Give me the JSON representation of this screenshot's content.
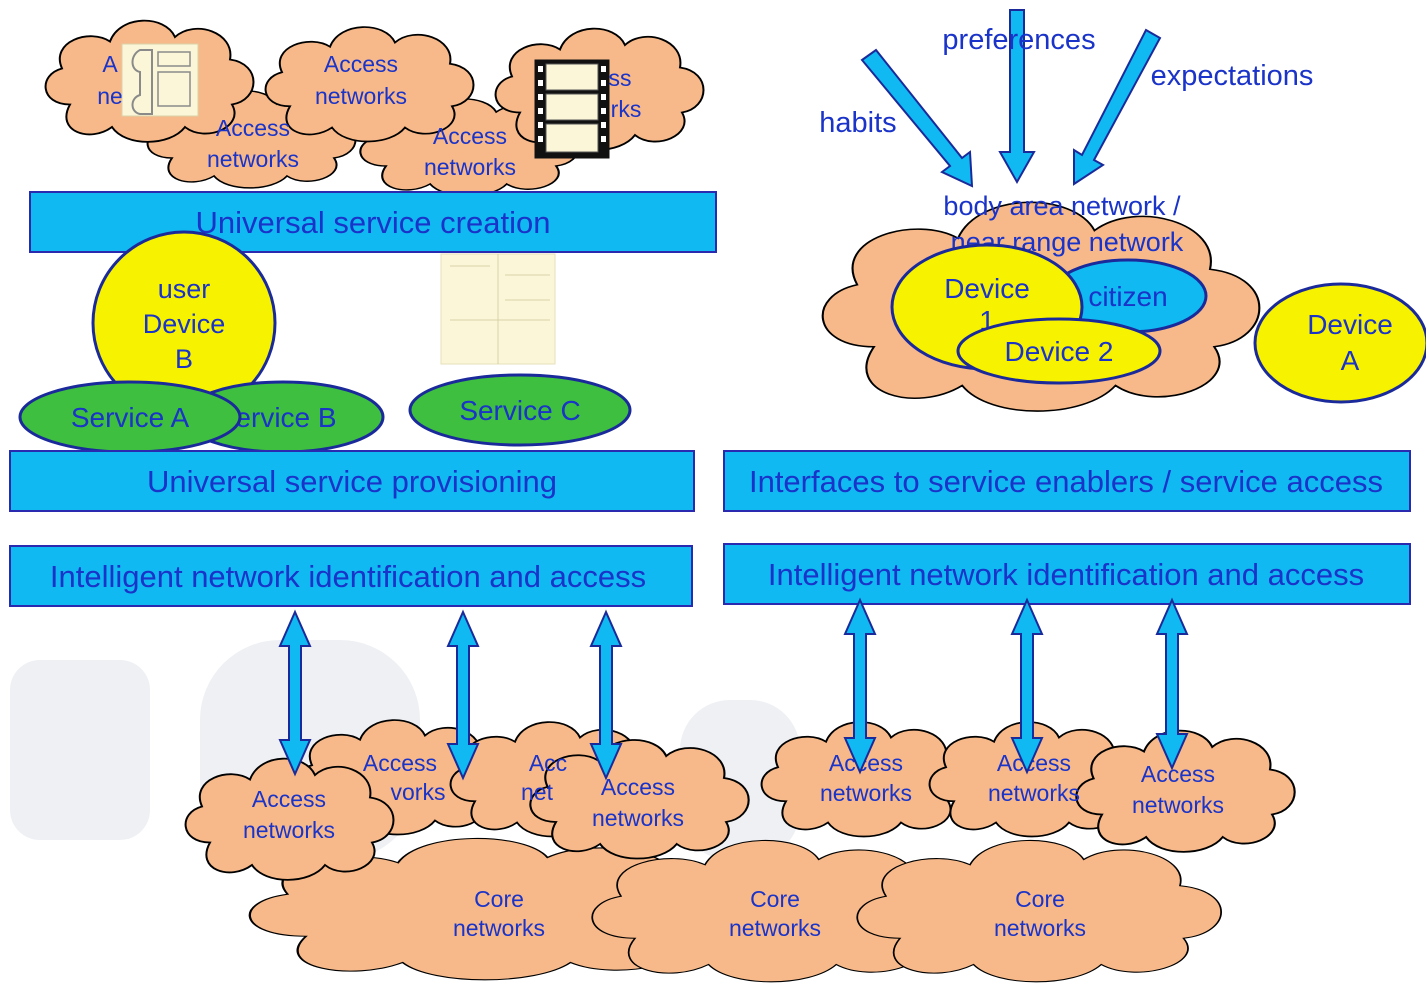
{
  "left": {
    "top_clouds": [
      {
        "line1": "A",
        "line2": "ne"
      },
      {
        "line1": "Access",
        "line2": "networks"
      },
      {
        "line1": "Access",
        "line2": "networks"
      },
      {
        "line1": "ss",
        "line2": "rks"
      },
      {
        "line1": "Access",
        "line2": "networks"
      }
    ],
    "bar_creation": "Universal service creation",
    "user_device": {
      "line1": "user",
      "line2": "Device",
      "line3": "B"
    },
    "service_a": "Service A",
    "service_b": "ervice B",
    "service_c": "Service C",
    "bar_provisioning": "Universal service provisioning",
    "bar_identification": "Intelligent network identification and access",
    "bottom_clouds": [
      {
        "line1": "Access",
        "line2": "vorks"
      },
      {
        "line1": "Access",
        "line2": "networks"
      },
      {
        "line1": "Acc",
        "line2": "net"
      },
      {
        "line1": "Access",
        "line2": "networks"
      }
    ]
  },
  "right": {
    "influences": [
      "preferences",
      "expectations",
      "habits"
    ],
    "ban_label": {
      "line1": "body area network /",
      "line2": "near range network"
    },
    "device_1": {
      "line1": "Device",
      "line2": "1"
    },
    "citizen": "citizen",
    "device_2": "Device 2",
    "device_a": {
      "line1": "Device",
      "line2": "A"
    },
    "bar_interfaces": "Interfaces to service enablers / service access",
    "bar_identification": "Intelligent network identification and access",
    "bottom_clouds": [
      {
        "line1": "Access",
        "line2": "networks"
      },
      {
        "line1": "Access",
        "line2": "networks"
      },
      {
        "line1": "Access",
        "line2": "networks"
      }
    ]
  },
  "core_clouds": [
    {
      "line1": "Core",
      "line2": "networks"
    },
    {
      "line1": "Core",
      "line2": "networks"
    },
    {
      "line1": "Core",
      "line2": "networks"
    }
  ],
  "colors": {
    "cloud": "#f7b98a",
    "bar": "#10b9f2",
    "text": "#1a33c8",
    "device": "#f7f300",
    "service": "#3fbf3f"
  }
}
